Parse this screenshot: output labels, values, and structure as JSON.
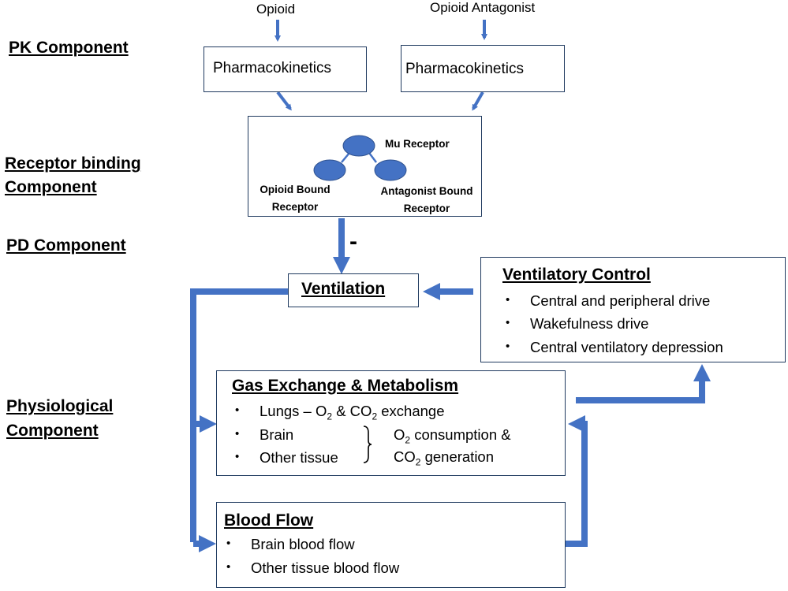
{
  "components": {
    "pk": "PK Component",
    "receptor_line1": "Receptor binding",
    "receptor_line2": "Component",
    "pd": "PD Component",
    "phys_line1": "Physiological",
    "phys_line2": "Component"
  },
  "inputs": {
    "opioid": "Opioid",
    "antagonist": "Opioid Antagonist"
  },
  "pk_boxes": {
    "left": "Pharmacokinetics",
    "right": "Pharmacokinetics"
  },
  "receptor": {
    "mu": "Mu Receptor",
    "opioid_bound_line1": "Opioid Bound",
    "opioid_bound_line2": "Receptor",
    "antagonist_bound_line1": "Antagonist Bound",
    "antagonist_bound_line2": "Receptor"
  },
  "pd_sign": "-",
  "ventilation": "Ventilation",
  "ventilatory_control": {
    "title": "Ventilatory Control",
    "items": [
      "Central and peripheral drive",
      "Wakefulness drive",
      "Central ventilatory depression"
    ]
  },
  "gas_exchange": {
    "title": "Gas Exchange & Metabolism",
    "lungs_prefix": "Lungs – O",
    "lungs_sub1": "2",
    "lungs_mid": " & CO",
    "lungs_sub2": "2",
    "lungs_suffix": " exchange",
    "brain": "Brain",
    "other_tissue": "Other tissue",
    "consumption_prefix": "O",
    "consumption_sub": "2",
    "consumption_suffix": " consumption &",
    "generation_prefix": "CO",
    "generation_sub": "2",
    "generation_suffix": " generation"
  },
  "blood_flow": {
    "title": "Blood Flow",
    "items": [
      "Brain blood flow",
      "Other tissue blood flow"
    ]
  },
  "colors": {
    "arrow": "#4472c4",
    "receptor_fill": "#4472c4",
    "box_border": "#1f3a5f"
  }
}
